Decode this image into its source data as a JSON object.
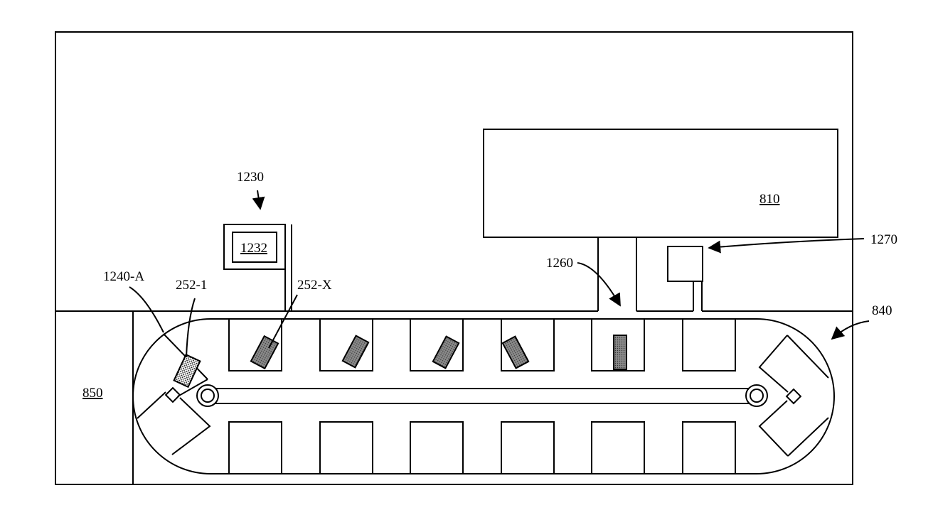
{
  "labels": {
    "ref_810": "810",
    "ref_1230": "1230",
    "ref_1232": "1232",
    "ref_1240a": "1240-A",
    "ref_252_1": "252-1",
    "ref_252_x": "252-X",
    "ref_1260": "1260",
    "ref_1270": "1270",
    "ref_840": "840",
    "ref_850": "850"
  },
  "colors": {
    "line": "#000000",
    "item_fill": "#808080",
    "background": "#ffffff"
  }
}
